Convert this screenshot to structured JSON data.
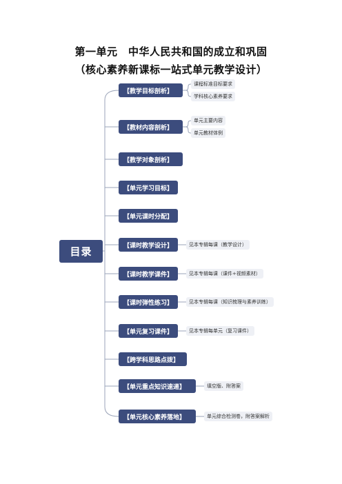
{
  "title_line1": "第一单元　中华人民共和国的成立和巩固",
  "title_line2": "（核心素养新课标一站式单元教学设计）",
  "root_label": "目录",
  "branches": [
    {
      "label": "【教学目标剖析】",
      "children": [
        "课程标准目标要求",
        "学科核心素养要求"
      ]
    },
    {
      "label": "【教材内容剖析】",
      "children": [
        "单元主要内容",
        "单元教材体例"
      ]
    },
    {
      "label": "【教学对象剖析】",
      "children": []
    },
    {
      "label": "【单元学习目标】",
      "children": []
    },
    {
      "label": "【单元课时分配】",
      "children": []
    },
    {
      "label": "【课时教学设计】",
      "children": [
        "见本专辑每课（教学设计）"
      ]
    },
    {
      "label": "【课时教学课件】",
      "children": [
        "见本专辑每课（课件+视频素材）"
      ]
    },
    {
      "label": "【课时弹性练习】",
      "children": [
        "见本专辑每课（知识梳理与素养训练）"
      ]
    },
    {
      "label": "【单元复习课件】",
      "children": [
        "见本专辑每单元（复习课件）"
      ]
    },
    {
      "label": "【跨学科思路点拨】",
      "children": []
    },
    {
      "label": "【单元重点知识速递】",
      "children": [
        "填空版、附答案"
      ]
    },
    {
      "label": "【单元核心素养落地】",
      "children": [
        "单元综合检测卷，附答案解析"
      ]
    }
  ],
  "colors": {
    "node": "#3c4c7d",
    "leaf": "#eef0f5",
    "line": "#9aa3b8"
  }
}
